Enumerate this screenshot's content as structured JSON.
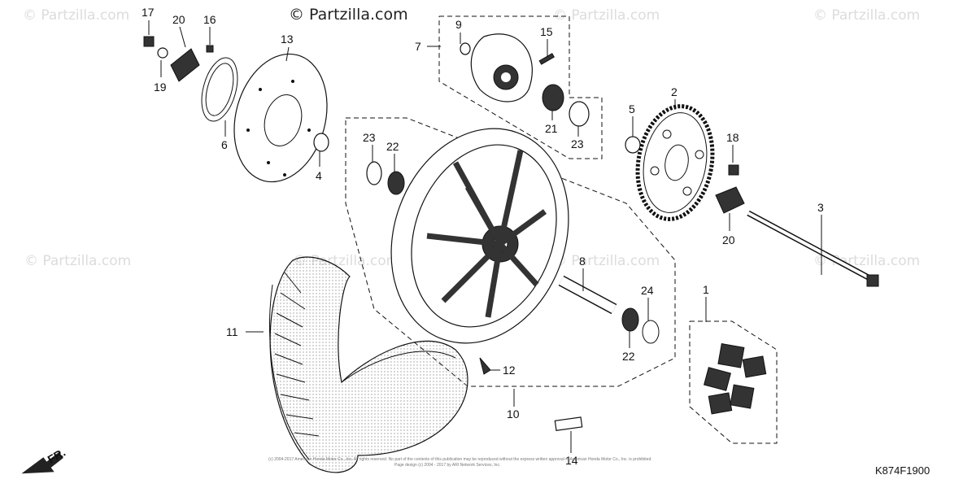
{
  "watermark": {
    "main": "© Partzilla.com",
    "repeat": "© Partzilla.com"
  },
  "diagram_code": "K874F1900",
  "front_marker": "FR.",
  "copyright_lines": [
    "(c) 2004-2017 American Honda Motor Co., Inc. All rights reserved. No part of the contents of this publication may be reproduced without the express written approval of American Honda Motor Co., Inc. is prohibited.",
    "Page design (c) 2004 - 2017 by ARI Network Services, Inc."
  ],
  "callouts": {
    "c1": "1",
    "c2": "2",
    "c3": "3",
    "c4": "4",
    "c5": "5",
    "c6": "6",
    "c7": "7",
    "c8": "8",
    "c9": "9",
    "c10": "10",
    "c11": "11",
    "c12": "12",
    "c13": "13",
    "c14": "14",
    "c15": "15",
    "c16": "16",
    "c17": "17",
    "c18": "18",
    "c19": "19",
    "c20a": "20",
    "c20b": "20",
    "c21": "21",
    "c22a": "22",
    "c22b": "22",
    "c23a": "23",
    "c23b": "23",
    "c24": "24"
  },
  "icons": {
    "front_arrow": "front-arrow-icon"
  }
}
